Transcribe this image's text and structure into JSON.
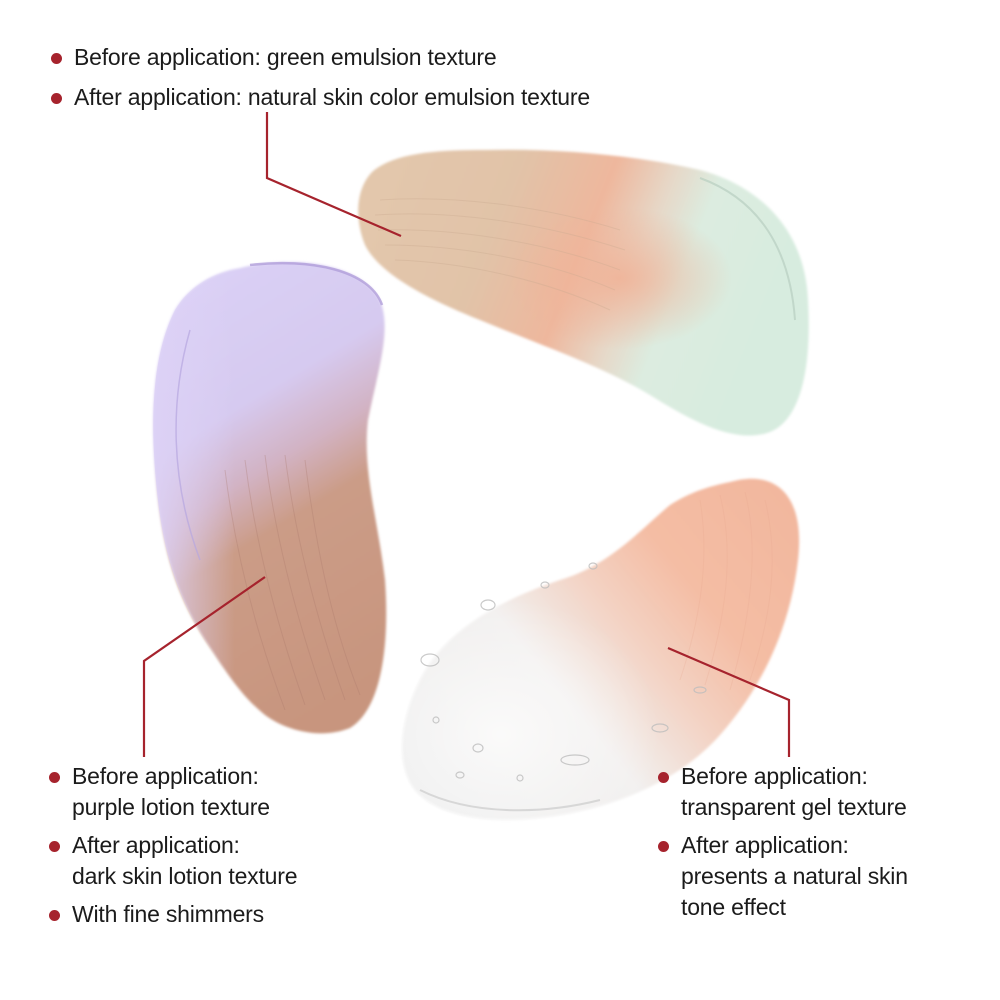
{
  "accent_color": "#a6232d",
  "captions": {
    "top": {
      "product": "green emulsion",
      "items": [
        {
          "lines": [
            "Before application: green emulsion texture"
          ]
        },
        {
          "lines": [
            "After application: natural skin color emulsion texture"
          ]
        }
      ]
    },
    "left": {
      "product": "purple lotion",
      "items": [
        {
          "lines": [
            "Before application:",
            "purple lotion texture"
          ]
        },
        {
          "lines": [
            "After application:",
            "dark skin lotion texture"
          ]
        },
        {
          "lines": [
            "With fine shimmers"
          ]
        }
      ]
    },
    "right": {
      "product": "transparent gel",
      "items": [
        {
          "lines": [
            "Before application:",
            "transparent gel texture"
          ]
        },
        {
          "lines": [
            "After application:",
            "presents a natural skin",
            "tone effect"
          ]
        }
      ]
    }
  },
  "swatches": {
    "green": {
      "base_color": "#dcefe2",
      "applied_color": "#e2c1a6",
      "peach_core": "#eeb59c"
    },
    "purple": {
      "base_color": "#d8cbf1",
      "applied_color": "#c99680"
    },
    "gel": {
      "base_color": "#f1f1f1",
      "applied_color": "#f4b9a0"
    }
  }
}
